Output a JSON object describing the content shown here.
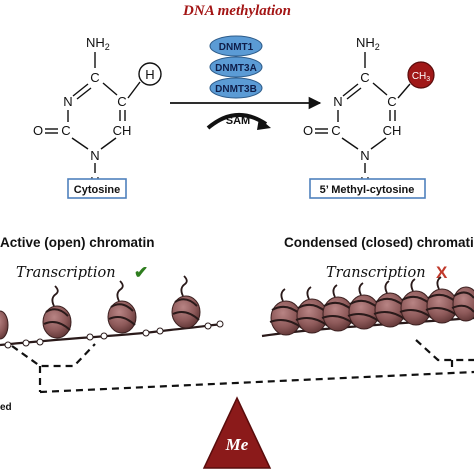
{
  "title": "DNA methylation",
  "enzymes": [
    "DNMT1",
    "DNMT3A",
    "DNMT3B"
  ],
  "cofactor": "SAM",
  "left_molecule": {
    "name": "Cytosine",
    "amine": "NH",
    "amine_sub": "2",
    "substituent": "H",
    "atoms": {
      "c_top": "C",
      "c_right": "C",
      "n_left": "N",
      "ch": "CH",
      "c_bottom": "C",
      "n_bottom": "N",
      "o": "O",
      "h": "H"
    }
  },
  "right_molecule": {
    "name": "5’ Methyl-cytosine",
    "amine": "NH",
    "amine_sub": "2",
    "substituent": "CH",
    "substituent_sub": "3",
    "atoms": {
      "c_top": "C",
      "c_right": "C",
      "n_left": "N",
      "ch": "CH",
      "c_bottom": "C",
      "n_bottom": "N",
      "o": "O",
      "h": "H"
    }
  },
  "left_state": {
    "heading": "Active (open) chromatin",
    "transcription": "Transcription",
    "mark": "✔"
  },
  "right_state": {
    "heading": "Condensed (closed) chromati",
    "transcription": "Transcription",
    "mark": "X"
  },
  "side_label": "ed",
  "fulcrum_label": "Me",
  "colors": {
    "title": "#a31515",
    "enzyme_fill": "#5b9bd5",
    "box_border": "#4f81bd",
    "methyl_fill": "#a01818",
    "checkmark": "#2e7d1e",
    "x_mark": "#c0392b",
    "nucleosome": "#8e5a5a",
    "fulcrum": "#8b1a1a"
  },
  "icons": [
    "chromatin-nucleosome-icon",
    "checkmark-icon",
    "x-mark-icon",
    "curved-arrow-icon"
  ]
}
